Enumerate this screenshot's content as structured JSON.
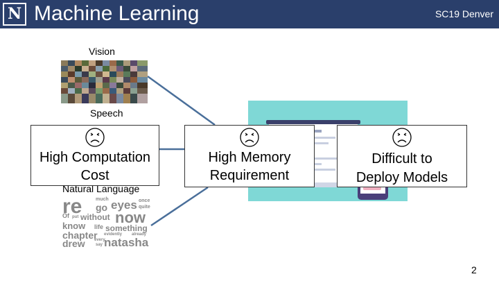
{
  "header": {
    "logo_letter": "N",
    "title": "Machine Learning",
    "conference": "SC19 Denver"
  },
  "domains": {
    "vision": "Vision",
    "speech": "Speech",
    "natural_language": "Natural Language"
  },
  "cards": [
    {
      "line1": "High Computation",
      "line2": "Cost"
    },
    {
      "line1": "High Memory",
      "line2": "Requirement"
    },
    {
      "line1": "Difficult to",
      "line2": "Deploy Models"
    }
  ],
  "wordcloud_words": [
    "re",
    "much",
    "go",
    "eyes",
    "once",
    "quite",
    "Of",
    "put",
    "without",
    "now",
    "know",
    "life",
    "something",
    "chapter",
    "evidently",
    "already",
    "drew",
    "natasha",
    "every",
    "say"
  ],
  "page_number": "2",
  "colors": {
    "header": "#2a3f6b",
    "connector": "#4a6f9a",
    "device_bg": "#7fd8d6"
  }
}
